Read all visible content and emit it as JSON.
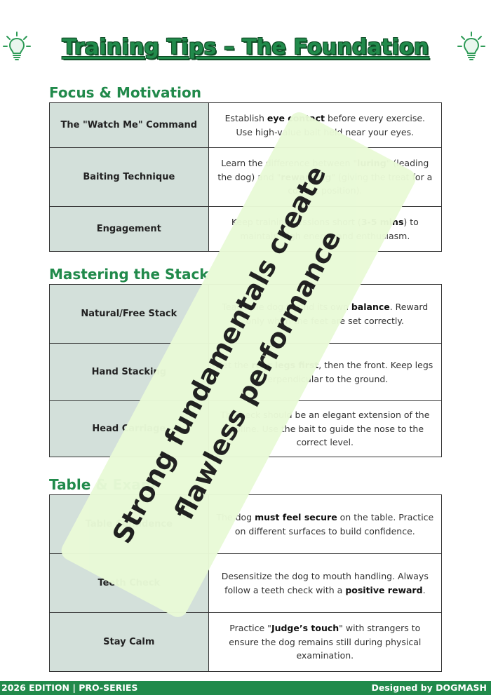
{
  "title": "Training Tips – The Foundation",
  "icons": {
    "left": "lightbulb-icon",
    "right": "lightbulb-icon"
  },
  "colors": {
    "accent": "#218a4b",
    "topic_cell": "#d3e0da",
    "banner": "#e9fad7"
  },
  "sections": [
    {
      "title": "Focus & Motivation",
      "rows": [
        {
          "topic": "The \"Watch Me\" Command",
          "desc_html": "Establish <b>eye contact</b> before every exercise. Use high-value bait held near your eyes."
        },
        {
          "topic": "Baiting Technique",
          "desc_html": "Learn the difference between \"<b>luring</b>\" (leading the dog) and \"<b>rewarding</b>\" (giving the treat for a correct position)."
        },
        {
          "topic": "Engagement",
          "desc_html": "Keep training sessions short (<b>3-5 mins</b>) to maintain high energy and enthusiasm."
        }
      ]
    },
    {
      "title": "Mastering the Stack",
      "rows": [
        {
          "topic": "Natural/Free Stack",
          "desc_html": "Teach the dog to find its own <b>balance</b>. Reward only when the feet are set correctly."
        },
        {
          "topic": "Hand Stacking",
          "desc_html": "Set the <b>rear legs first</b>, then the front. Keep legs perpendicular to the ground."
        },
        {
          "topic": "Head Carriage",
          "desc_html": "The neck should be an elegant extension of the topline. Use the bait to guide the nose to the correct level."
        }
      ]
    },
    {
      "title": "Table & Exam",
      "rows": [
        {
          "topic": "Table Confidence",
          "desc_html": "The dog <b>must feel secure</b> on the table. Practice on different surfaces to build confidence."
        },
        {
          "topic": "Teeth Check",
          "desc_html": "Desensitize the dog to mouth handling. Always follow a teeth check with a <b>positive reward</b>."
        },
        {
          "topic": "Stay Calm",
          "desc_html": "Practice \"<b>Judge’s touch</b>\" with strangers to ensure the dog remains still during physical examination."
        }
      ]
    }
  ],
  "banner": "Strong fundamentals create flawless performance",
  "footer": {
    "left": "2026 EDITION | PRO-SERIES",
    "right": "Designed by DOGMASH"
  }
}
